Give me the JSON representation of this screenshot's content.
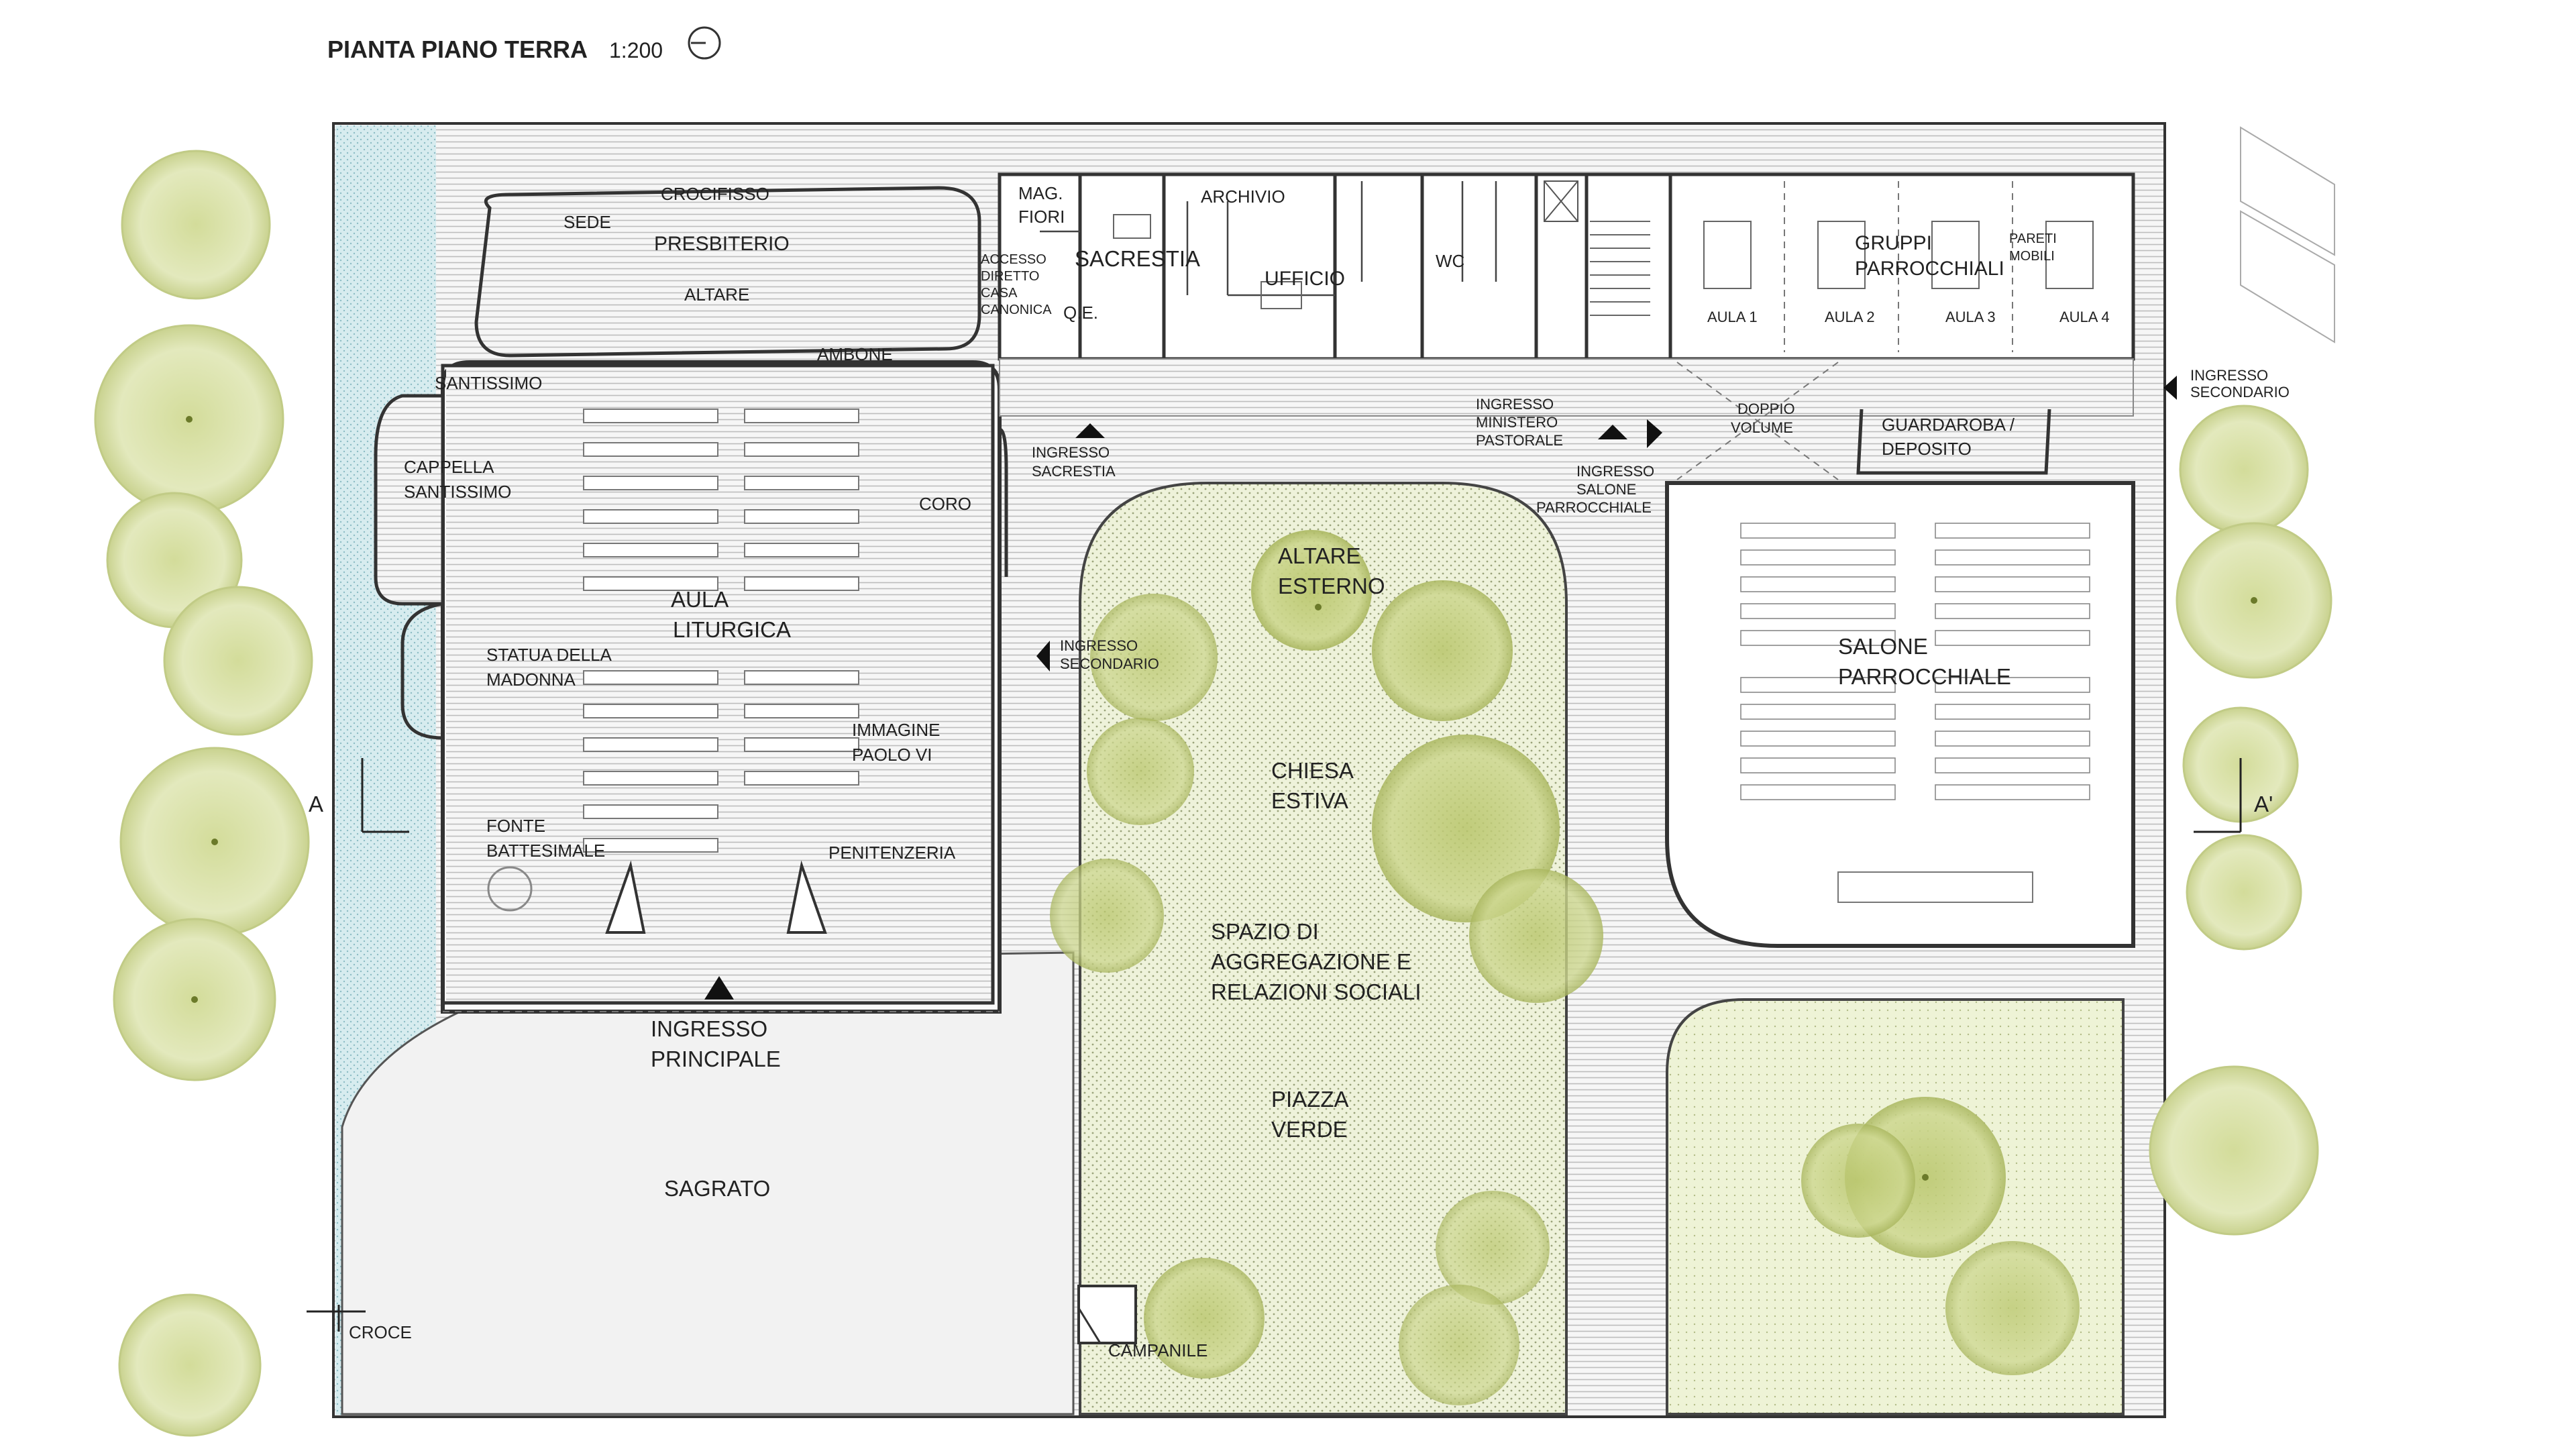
{
  "title": "PIANTA PIANO TERRA",
  "scale": "1:200",
  "north_icon": "north-arrow-icon",
  "section_marks": [
    "A",
    "A'"
  ],
  "areas": {
    "crocifisso": "CROCIFISSO",
    "sede": "SEDE",
    "presbiterio": "PRESBITERIO",
    "altare": "ALTARE",
    "ambone": "AMBONE",
    "santissimo": "SANTISSIMO",
    "cappella": [
      "CAPPELLA",
      "SANTISSIMO"
    ],
    "coro": "CORO",
    "aula_liturgica": [
      "AULA",
      "LITURGICA"
    ],
    "statua": [
      "STATUA  DELLA",
      "MADONNA"
    ],
    "immagine": [
      "IMMAGINE",
      "PAOLO VI"
    ],
    "fonte": [
      "FONTE",
      "BATTESIMALE"
    ],
    "penitenzeria": "PENITENZERIA",
    "ingresso_principale": [
      "INGRESSO",
      "PRINCIPALE"
    ],
    "sagrato": "SAGRATO",
    "croce": "CROCE",
    "mag_fiori": [
      "MAG.",
      "FIORI"
    ],
    "accesso": [
      "ACCESSO",
      "DIRETTO",
      "CASA",
      "CANONICA"
    ],
    "sacrestia": "SACRESTIA",
    "qe": "Q.E.",
    "archivio": "ARCHIVIO",
    "ufficio": "UFFICIO",
    "wc": "WC",
    "gruppi": [
      "GRUPPI",
      "PARROCCHIALI"
    ],
    "pareti": [
      "PARETI",
      "MOBILI"
    ],
    "aule": [
      "AULA 1",
      "AULA 2",
      "AULA 3",
      "AULA 4"
    ],
    "ingresso_secondario_dx": [
      "INGRESSO",
      "SECONDARIO"
    ],
    "ingresso_sacrestia": [
      "INGRESSO",
      "SACRESTIA"
    ],
    "ingresso_ministero": [
      "INGRESSO",
      "MINISTERO",
      "PASTORALE"
    ],
    "doppio_volume": [
      "DOPPIO",
      "VOLUME"
    ],
    "guardaroba": [
      "GUARDAROBA /",
      "DEPOSITO"
    ],
    "ingresso_salone": [
      "INGRESSO",
      "SALONE",
      "PARROCCHIALE"
    ],
    "altare_esterno": [
      "ALTARE",
      "ESTERNO"
    ],
    "ingresso_secondario_chiesa": [
      "INGRESSO",
      "SECONDARIO"
    ],
    "chiesa_estiva": [
      "CHIESA",
      "ESTIVA"
    ],
    "spazio": [
      "SPAZIO DI",
      "AGGREGAZIONE E",
      "RELAZIONI SOCIALI"
    ],
    "piazza_verde": [
      "PIAZZA",
      "VERDE"
    ],
    "campanile": "CAMPANILE",
    "salone": [
      "SALONE",
      "PARROCCHIALE"
    ]
  },
  "colors": {
    "tree": "#dfe6b4",
    "tree_dark": "#c8d38c",
    "tree_center": "#6b7a2a",
    "water": "#cfe6ea",
    "garden": "#e9efcf",
    "hatch": "#b5b5b5",
    "wall": "#333333"
  }
}
